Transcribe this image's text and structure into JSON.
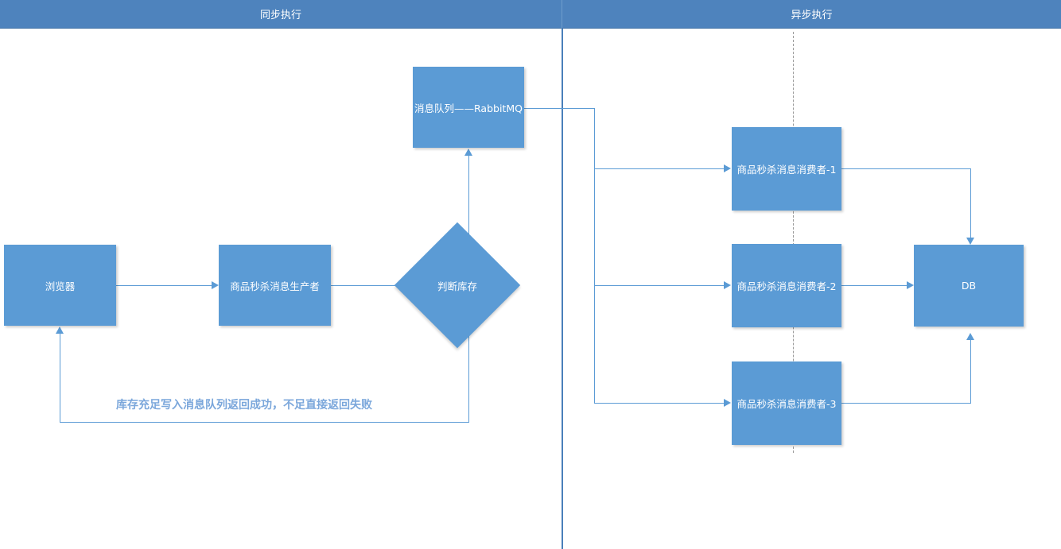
{
  "lanes": [
    {
      "id": "sync",
      "title": "同步执行"
    },
    {
      "id": "async",
      "title": "异步执行"
    }
  ],
  "nodes": {
    "browser": {
      "label": "浏览器"
    },
    "producer": {
      "label": "商品秒杀消息生产者"
    },
    "decision": {
      "label": "判断库存"
    },
    "mq": {
      "label": "消息队列——RabbitMQ"
    },
    "consumer1": {
      "label": "商品秒杀消息消费者-1"
    },
    "consumer2": {
      "label": "商品秒杀消息消费者-2"
    },
    "consumer3": {
      "label": "商品秒杀消息消费者-3"
    },
    "db": {
      "label": "DB"
    }
  },
  "annotations": {
    "return_path": "库存充足写入消息队列返回成功，不足直接返回失败"
  },
  "edges": [
    {
      "id": "browser-to-producer",
      "from": "browser",
      "to": "producer",
      "label": ""
    },
    {
      "id": "producer-to-decision",
      "from": "producer",
      "to": "decision",
      "label": ""
    },
    {
      "id": "decision-to-mq",
      "from": "decision",
      "to": "mq",
      "label": ""
    },
    {
      "id": "decision-to-browser",
      "from": "decision",
      "to": "browser",
      "label": "库存充足写入消息队列返回成功，不足直接返回失败"
    },
    {
      "id": "mq-to-consumer1",
      "from": "mq",
      "to": "consumer1",
      "label": ""
    },
    {
      "id": "mq-to-consumer2",
      "from": "mq",
      "to": "consumer2",
      "label": ""
    },
    {
      "id": "mq-to-consumer3",
      "from": "mq",
      "to": "consumer3",
      "label": ""
    },
    {
      "id": "consumer1-to-db",
      "from": "consumer1",
      "to": "db",
      "label": ""
    },
    {
      "id": "consumer2-to-db",
      "from": "consumer2",
      "to": "db",
      "label": ""
    },
    {
      "id": "consumer3-to-db",
      "from": "consumer3",
      "to": "db",
      "label": ""
    }
  ],
  "colors": {
    "band": "#4E83BD",
    "node_fill": "#5B9BD5",
    "connector": "#5B9BD5",
    "annotation_text": "#7BA7DB",
    "divider_solid": "#4A7FBA",
    "divider_dashed": "#9B9B9B",
    "canvas": "#FFFFFF"
  }
}
